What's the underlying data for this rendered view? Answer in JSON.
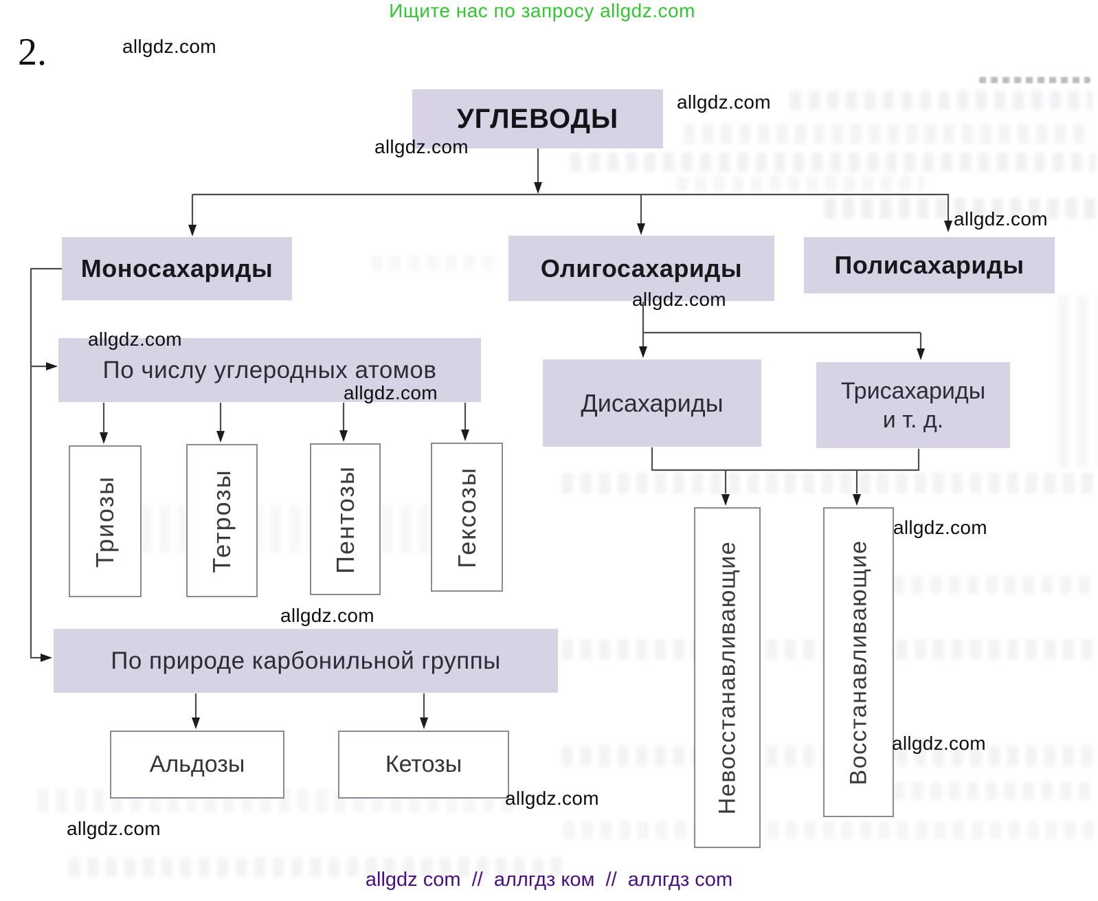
{
  "page": {
    "promo_header": "Ищите нас по запросу allgdz.com",
    "exercise_number": "2.",
    "watermark": "allgdz.com",
    "footer": "allgdz com  //  аллгдз ком  //  аллгдз com"
  },
  "colors": {
    "box_fill": "#d7d3e5",
    "promo_green": "#2fc82f",
    "footer_purple": "#4b0d86",
    "line_color": "#4d4d4d",
    "watermark_black": "#0e0e0e"
  },
  "diagram": {
    "root": "УГЛЕВОДЫ",
    "branches": [
      "Моносахариды",
      "Олигосахариды",
      "Полисахариды"
    ],
    "mono": {
      "by_carbon": {
        "label": "По числу углеродных атомов",
        "items": [
          "Триозы",
          "Тетрозы",
          "Пентозы",
          "Гексозы"
        ]
      },
      "by_carbonyl": {
        "label": "По природе карбонильной группы",
        "items": [
          "Альдозы",
          "Кетозы"
        ]
      }
    },
    "oligo": {
      "disaccharides": "Дисахариды",
      "trisaccharides_line1": "Трисахариды",
      "trisaccharides_line2": "и т. д.",
      "disaccharide_types": [
        "Невосстанавливающие",
        "Восстанавливающие"
      ]
    }
  }
}
